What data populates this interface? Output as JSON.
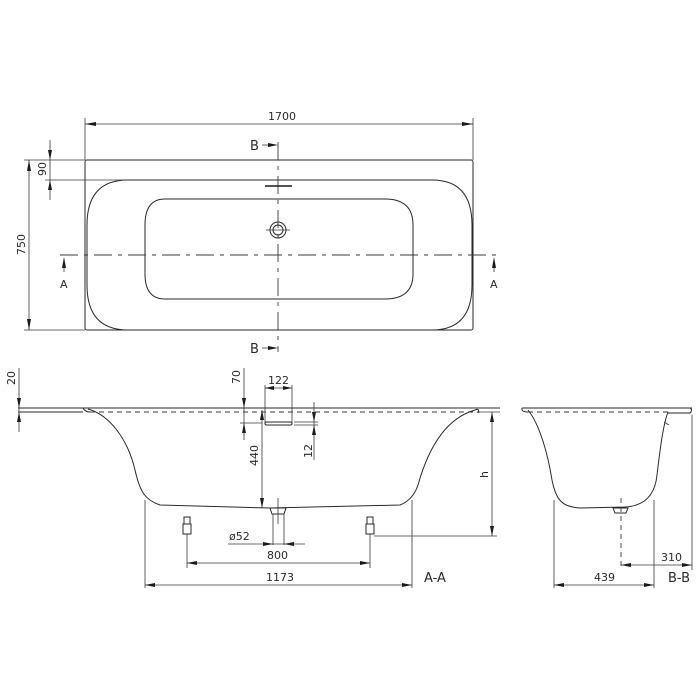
{
  "drawing": {
    "title": "Bathtub dimensional drawing",
    "colors": {
      "line": "#2a2a2a",
      "background": "#ffffff"
    },
    "top_view": {
      "dim_length": "1700",
      "dim_width": "750",
      "dim_rim": "90",
      "section_marker_a_left": "A",
      "section_marker_a_right": "A",
      "section_marker_b_top": "B",
      "section_marker_b_bottom": "B"
    },
    "section_a": {
      "label": "A-A",
      "dim_rim_thickness": "20",
      "dim_overflow_offset": "70",
      "dim_overflow_width": "122",
      "dim_overflow_height": "12",
      "dim_depth": "440",
      "dim_drain_diameter": "ø52",
      "dim_feet_spacing": "800",
      "dim_base_length": "1173",
      "dim_height": "h"
    },
    "section_b": {
      "label": "B-B",
      "dim_base_width": "439",
      "dim_drain_offset": "310"
    }
  }
}
